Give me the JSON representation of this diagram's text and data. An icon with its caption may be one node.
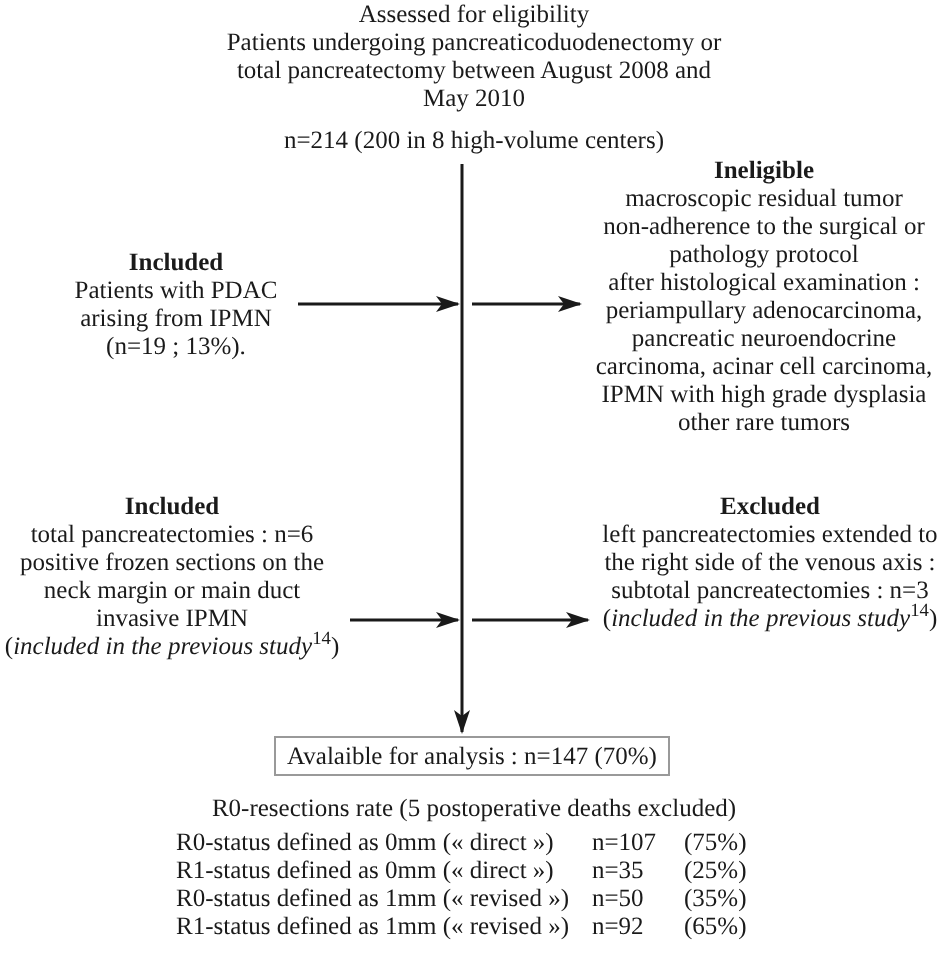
{
  "diagram": {
    "nodes": [
      {
        "text": [
          "Assessed for eligibility",
          "Patients undergoing pancreaticoduodenectomy or total pancreatectomy between August 2008 and May 2010",
          "n=214 (200 in 8 high-volume centers)"
        ]
      },
      {
        "text": [
          "Included",
          "Patients with PDAC arising from IPMN (n=19 ; 13%)."
        ]
      },
      {
        "text": [
          "Ineligible",
          "macroscopic residual tumor",
          "non-adherence to the surgical or pathology protocol",
          "after histological examination :",
          "periampullary adenocarcinoma, pancreatic neuroendocrine carcinoma, acinar cell carcinoma, IPMN with high grade dysplasia other rare tumors"
        ]
      },
      {
        "text": [
          "Included",
          "total pancreatectomies : n=6",
          "positive frozen sections on the neck margin or main duct invasive IPMN",
          "(*included in the previous study*$^{14}$)"
        ]
      },
      {
        "text": [
          "Excluded",
          "left pancreatectomies extended to the right side of the venous axis :",
          "subtotal pancreatectomies : n=3",
          "(*included in the previous study*$^{14}$)"
        ]
      },
      {
        "text": [
          "Avalaible for analysis : n=147 (70%)"
        ]
      }
    ],
    "edges": [
      {
        "from": 0,
        "to": 5,
        "arrow": "to"
      },
      {
        "from": 1,
        "to": null,
        "arrow": "to"
      },
      {
        "from": null,
        "to": 2,
        "arrow": "to"
      },
      {
        "from": 3,
        "to": null,
        "arrow": "to"
      },
      {
        "from": null,
        "to": 4,
        "arrow": "to"
      }
    ],
    "labels": [
      "R0-resections rate (5 postoperative deaths excluded)",
      "R0-status defined as 0mm (« direct »)",
      "n=107",
      "(75%)",
      "R1-status defined as 0mm (« direct »)",
      "n=35",
      "(25%)",
      "R0-status defined as 1mm (« revised »)",
      "n=50",
      "(35%)",
      "R1-status defined as 1mm (« revised »)",
      "n=92",
      "(65%)"
    ]
  }
}
